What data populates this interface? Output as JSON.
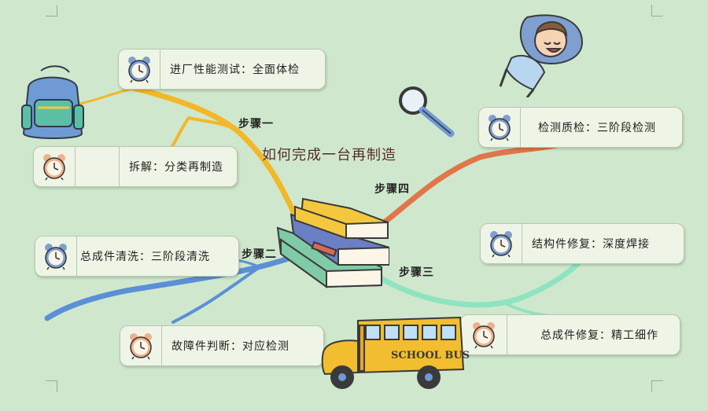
{
  "title": "如何完成一台再制造",
  "steps": {
    "one": "步骤一",
    "two": "步骤二",
    "three": "步骤三",
    "four": "步骤四"
  },
  "cards": {
    "factory_test": "进厂性能测试：全面体检",
    "disassembly": "拆解：分类再制造",
    "cleaning": "总成件清洗：三阶段清洗",
    "fault_judgement": "故障件判断：对应检测",
    "quality_check": "检测质检：三阶段检测",
    "structural_repair": "结构件修复：深度焊接",
    "assembly_repair": "总成件修复：精工细作"
  },
  "decorations": {
    "bus_text": "SCHOOL BUS"
  },
  "colors": {
    "background": "#cfe8cd",
    "branch_step1": "#f2b829",
    "branch_step2": "#5b8fd6",
    "branch_step3": "#8fe3c0",
    "branch_step4": "#e0764a",
    "clock_blue": "#7e9fd0",
    "clock_orange": "#f0b08a"
  }
}
